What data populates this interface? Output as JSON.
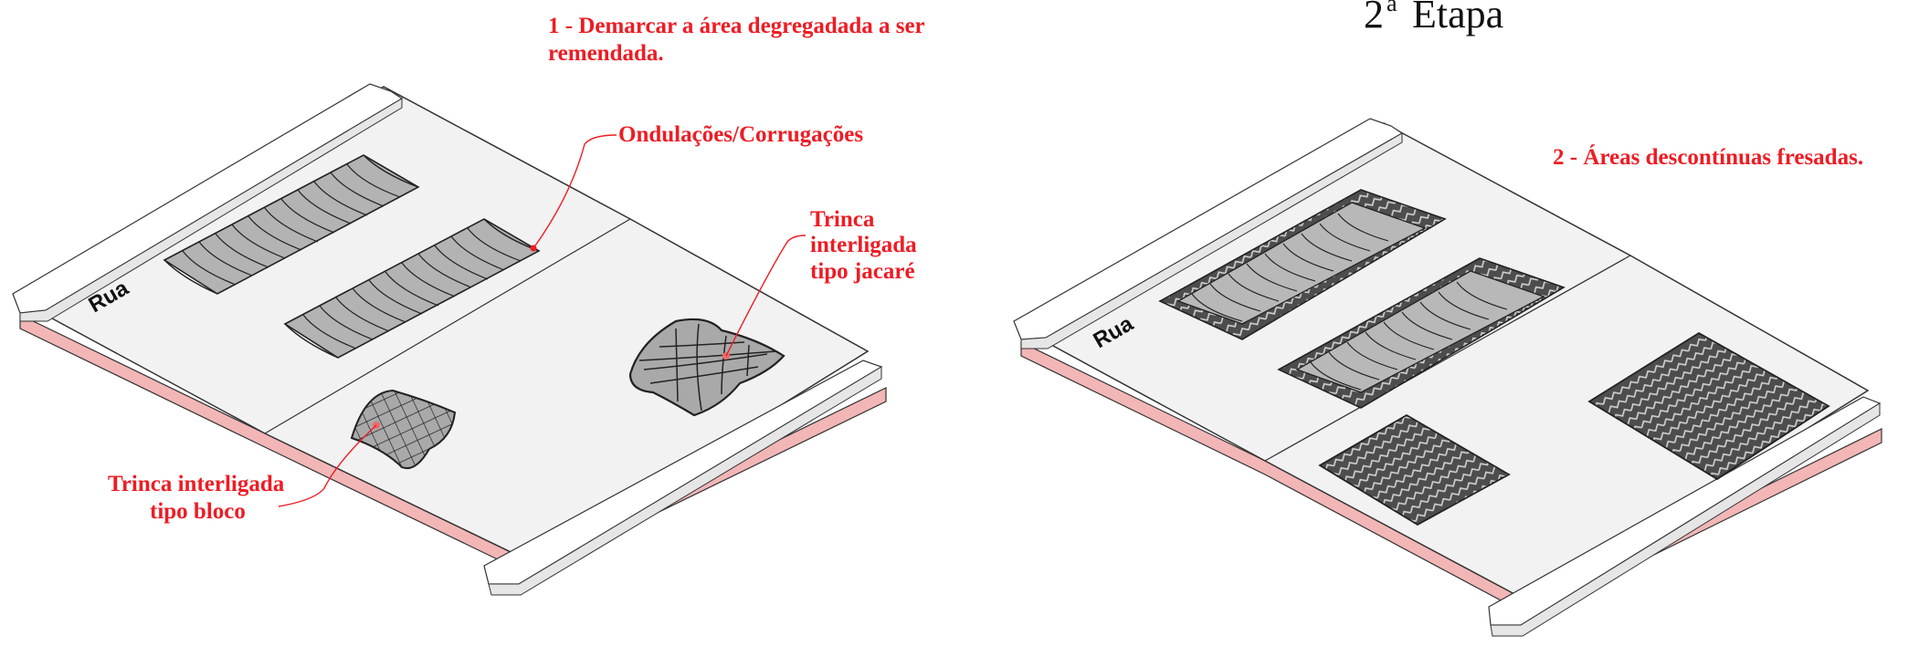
{
  "colors": {
    "annotation": "#ee1c24",
    "road_surface": "#f1f1f1",
    "road_base": "#f2b6b6",
    "curb": "#ffffff",
    "defect_fill": "#b3b3b3",
    "milled_fill": "#4d4d4d",
    "outline": "#333333"
  },
  "left_panel": {
    "street_label": "Rua",
    "step_text_line1": "1 - Demarcar a área degregadada a ser",
    "step_text_line2": "remendada.",
    "label_corrugations": "Ondulações/Corrugações",
    "label_alligator_line1": "Trinca",
    "label_alligator_line2": "interligada",
    "label_alligator_line3": "tipo jacaré",
    "label_block_line1": "Trinca interligada",
    "label_block_line2": "tipo bloco"
  },
  "right_panel": {
    "title_number": "2",
    "title_superscript": "a",
    "title_word": "Etapa",
    "street_label": "Rua",
    "step_text": "2 - Áreas descontínuas fresadas."
  }
}
